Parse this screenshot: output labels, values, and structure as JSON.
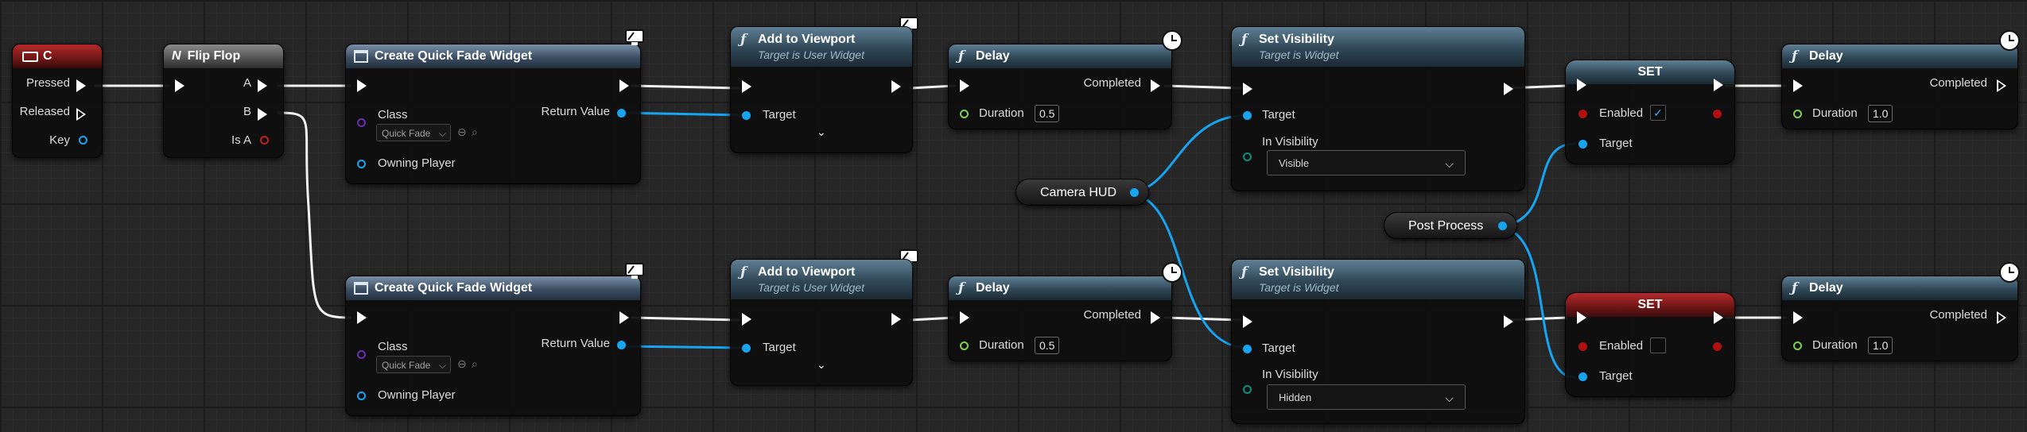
{
  "colors": {
    "exec": "#ffffff",
    "object_pin": "#17a4f0",
    "float_pin": "#7ed050",
    "bool_pin": "#b01010",
    "class_pin": "#6a2fb0"
  },
  "nodes": {
    "key_c": {
      "title": "C",
      "pins": {
        "pressed": "Pressed",
        "released": "Released",
        "key": "Key"
      }
    },
    "flipflop": {
      "title": "Flip Flop",
      "pins": {
        "a": "A",
        "b": "B",
        "is_a": "Is A"
      }
    },
    "cqfw_top": {
      "title": "Create Quick Fade Widget",
      "pins": {
        "class": "Class",
        "class_value": "Quick Fade",
        "return_value": "Return Value",
        "owning_player": "Owning Player"
      }
    },
    "cqfw_bottom": {
      "title": "Create Quick Fade Widget",
      "pins": {
        "class": "Class",
        "class_value": "Quick Fade",
        "return_value": "Return Value",
        "owning_player": "Owning Player"
      }
    },
    "atv_top": {
      "title": "Add to Viewport",
      "subtitle": "Target is User Widget",
      "pins": {
        "target": "Target"
      }
    },
    "atv_bottom": {
      "title": "Add to Viewport",
      "subtitle": "Target is User Widget",
      "pins": {
        "target": "Target"
      }
    },
    "delay_top1": {
      "title": "Delay",
      "pins": {
        "completed": "Completed",
        "duration": "Duration",
        "duration_value": "0.5"
      }
    },
    "delay_bottom1": {
      "title": "Delay",
      "pins": {
        "completed": "Completed",
        "duration": "Duration",
        "duration_value": "0.5"
      }
    },
    "setvis_top": {
      "title": "Set Visibility",
      "subtitle": "Target is Widget",
      "pins": {
        "target": "Target",
        "in_visibility": "In Visibility",
        "visibility_value": "Visible"
      }
    },
    "setvis_bottom": {
      "title": "Set Visibility",
      "subtitle": "Target is Widget",
      "pins": {
        "target": "Target",
        "in_visibility": "In Visibility",
        "visibility_value": "Hidden"
      }
    },
    "set_top": {
      "title": "SET",
      "pins": {
        "enabled": "Enabled",
        "enabled_checked": true,
        "checkmark": "✓",
        "target": "Target"
      }
    },
    "set_bottom": {
      "title": "SET",
      "pins": {
        "enabled": "Enabled",
        "enabled_checked": false,
        "target": "Target"
      }
    },
    "delay_top2": {
      "title": "Delay",
      "pins": {
        "completed": "Completed",
        "duration": "Duration",
        "duration_value": "1.0"
      }
    },
    "delay_bottom2": {
      "title": "Delay",
      "pins": {
        "completed": "Completed",
        "duration": "Duration",
        "duration_value": "1.0"
      }
    }
  },
  "variables": {
    "camera_hud": "Camera HUD",
    "post_process": "Post Process"
  },
  "icons": {
    "function": "ƒ",
    "chevron": "⌄",
    "dropdown": "⌵",
    "flipflop": "N"
  }
}
